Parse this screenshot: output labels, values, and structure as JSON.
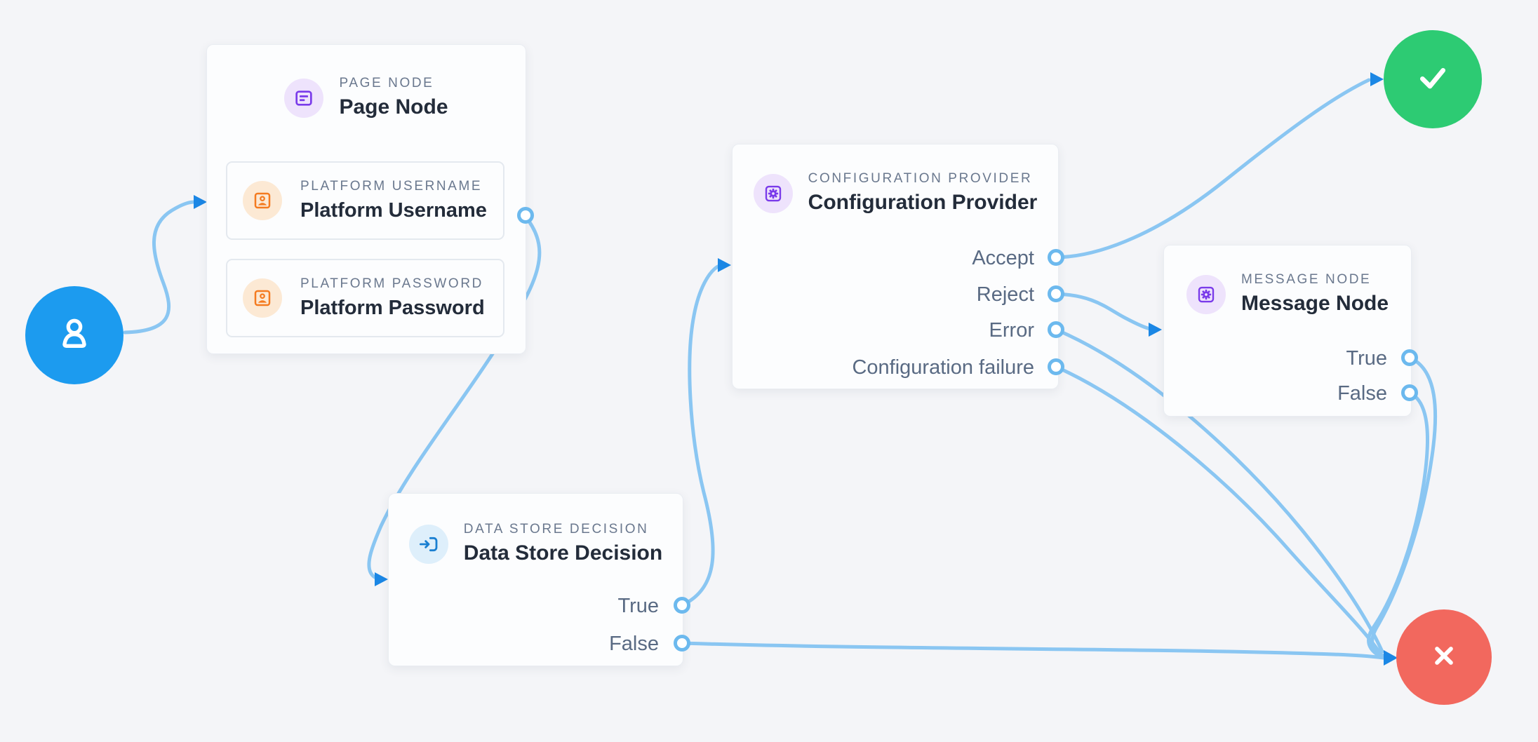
{
  "canvas": {
    "background": "#F4F5F8"
  },
  "palette": {
    "edge_line": "#8AC6F2",
    "arrowhead": "#1B87E5",
    "port_ring": "#6CB9EE",
    "start_node_blue": "#1C9BEF",
    "success_green": "#2DCB73",
    "failure_red": "#F2685E",
    "purple_icon": "#7A3BEA",
    "purple_icon_bg": "#EEE3FC",
    "orange_icon": "#F47B20",
    "orange_icon_bg": "#FCE9D4",
    "blue_icon": "#1A7FD1",
    "blue_icon_bg": "#DEEFFB",
    "node_type_label": "#6A788E",
    "node_title": "#232C3A",
    "output_label": "#596A83",
    "card_background": "#FCFDFE"
  },
  "start_node": {
    "icon": "person-icon"
  },
  "end_nodes": {
    "success": {
      "icon": "check-icon"
    },
    "failure": {
      "icon": "x-icon"
    }
  },
  "nodes": {
    "page": {
      "type_label": "PAGE NODE",
      "title": "Page Node",
      "icon": "page-icon",
      "fields": [
        {
          "type_label": "PLATFORM USERNAME",
          "title": "Platform Username",
          "icon": "contact-card-icon"
        },
        {
          "type_label": "PLATFORM PASSWORD",
          "title": "Platform Password",
          "icon": "contact-card-icon"
        }
      ]
    },
    "data_store": {
      "type_label": "DATA STORE DECISION",
      "title": "Data Store Decision",
      "icon": "enter-icon",
      "outputs": [
        "True",
        "False"
      ]
    },
    "config_provider": {
      "type_label": "CONFIGURATION PROVIDER",
      "title": "Configuration Provider",
      "icon": "gear-icon",
      "outputs": [
        "Accept",
        "Reject",
        "Error",
        "Configuration failure"
      ]
    },
    "message": {
      "type_label": "MESSAGE NODE",
      "title": "Message Node",
      "icon": "gear-icon",
      "outputs": [
        "True",
        "False"
      ]
    }
  }
}
